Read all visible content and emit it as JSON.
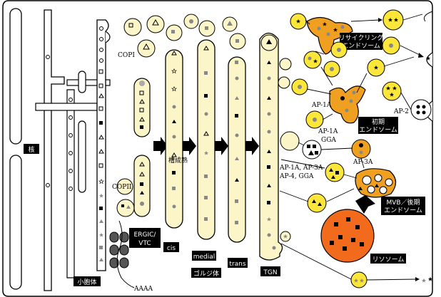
{
  "labels": {
    "nucleus": "核",
    "er": "小胞体",
    "copi": "COPI",
    "copii": "COPII",
    "ergic_line1": "ERGIC/",
    "ergic_line2": "VTC",
    "cis": "cis",
    "medial": "medial",
    "trans": "trans",
    "golgi": "ゴルジ体",
    "maturation": "槽成熟",
    "tgn": "TGN",
    "aaaa": "AAAA",
    "recycling_line1": "リサイクリング",
    "recycling_line2": "エンドソーム",
    "early_line1": "初期",
    "early_line2": "エンドソーム",
    "ap1a_top": "AP-1A",
    "ap1a_mid": "AP-1A",
    "gga": "GGA",
    "ap2": "AP-2",
    "ap3a": "AP-3A",
    "tgn_adaptors_line1": "AP-1A, AP-3A",
    "tgn_adaptors_line2": "AP-4, GGA",
    "mvb_line1": "MVB／後期",
    "mvb_line2": "エンドソーム",
    "lysosome": "リソソーム"
  },
  "colors": {
    "cisterna_fill": "#fbf5c8",
    "vesicle_yellow": "#fce63a",
    "endosome_orange": "#f0a020",
    "lysosome_red": "#f26a1b",
    "outline": "#000000",
    "cargo_grey": "#888888"
  }
}
